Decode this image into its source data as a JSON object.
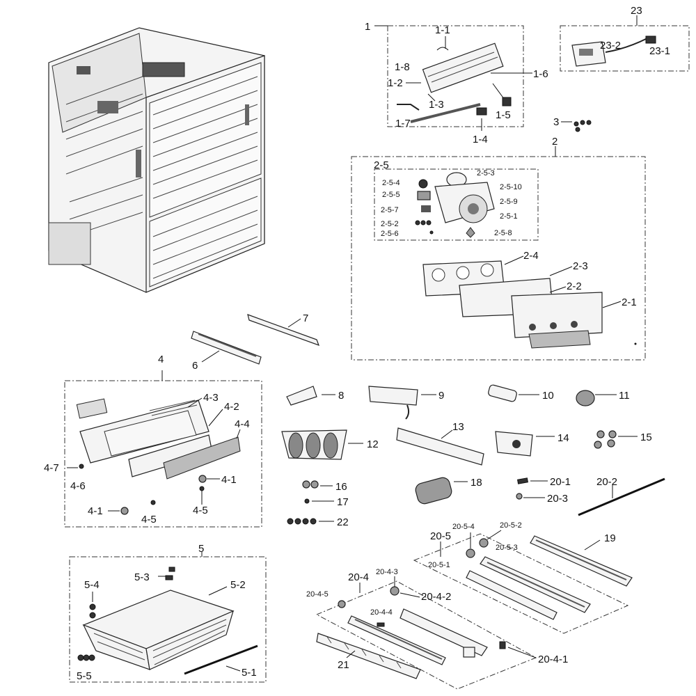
{
  "labels": {
    "l1": "1",
    "l1_1": "1-1",
    "l1_8": "1-8",
    "l1_2": "1-2",
    "l1_6": "1-6",
    "l1_3": "1-3",
    "l1_5": "1-5",
    "l1_7": "1-7",
    "l1_4": "1-4",
    "l23": "23",
    "l23_2": "23-2",
    "l23_1": "23-1",
    "l3": "3",
    "l2": "2",
    "l2_5": "2-5",
    "l2_5_4": "2-5-4",
    "l2_5_3": "2-5-3",
    "l2_5_5": "2-5-5",
    "l2_5_10": "2-5-10",
    "l2_5_9": "2-5-9",
    "l2_5_7": "2-5-7",
    "l2_5_1": "2-5-1",
    "l2_5_2": "2-5-2",
    "l2_5_6": "2-5-6",
    "l2_5_8": "2-5-8",
    "l2_4": "2-4",
    "l2_3": "2-3",
    "l2_2": "2-2",
    "l2_1": "2-1",
    "l7": "7",
    "l6": "6",
    "l4": "4",
    "l4_3": "4-3",
    "l4_2": "4-2",
    "l4_4": "4-4",
    "l4_7": "4-7",
    "l4_6": "4-6",
    "l4_1a": "4-1",
    "l4_1b": "4-1",
    "l4_5a": "4-5",
    "l4_5b": "4-5",
    "l8": "8",
    "l9": "9",
    "l10": "10",
    "l11": "11",
    "l12": "12",
    "l13": "13",
    "l14": "14",
    "l15": "15",
    "l16": "16",
    "l17": "17",
    "l22": "22",
    "l18": "18",
    "l20_1": "20-1",
    "l20_2": "20-2",
    "l20_3": "20-3",
    "l5": "5",
    "l5_3": "5-3",
    "l5_4": "5-4",
    "l5_2": "5-2",
    "l5_5": "5-5",
    "l5_1": "5-1",
    "l20_5_4": "20-5-4",
    "l20_5_2": "20-5-2",
    "l20_5": "20-5",
    "l20_5_3": "20-5-3",
    "l20_5_1": "20-5-1",
    "l19": "19",
    "l20_4": "20-4",
    "l20_4_3": "20-4-3",
    "l20_4_5": "20-4-5",
    "l20_4_2": "20-4-2",
    "l20_4_4": "20-4-4",
    "l21": "21",
    "l20_4_1": "20-4-1"
  }
}
